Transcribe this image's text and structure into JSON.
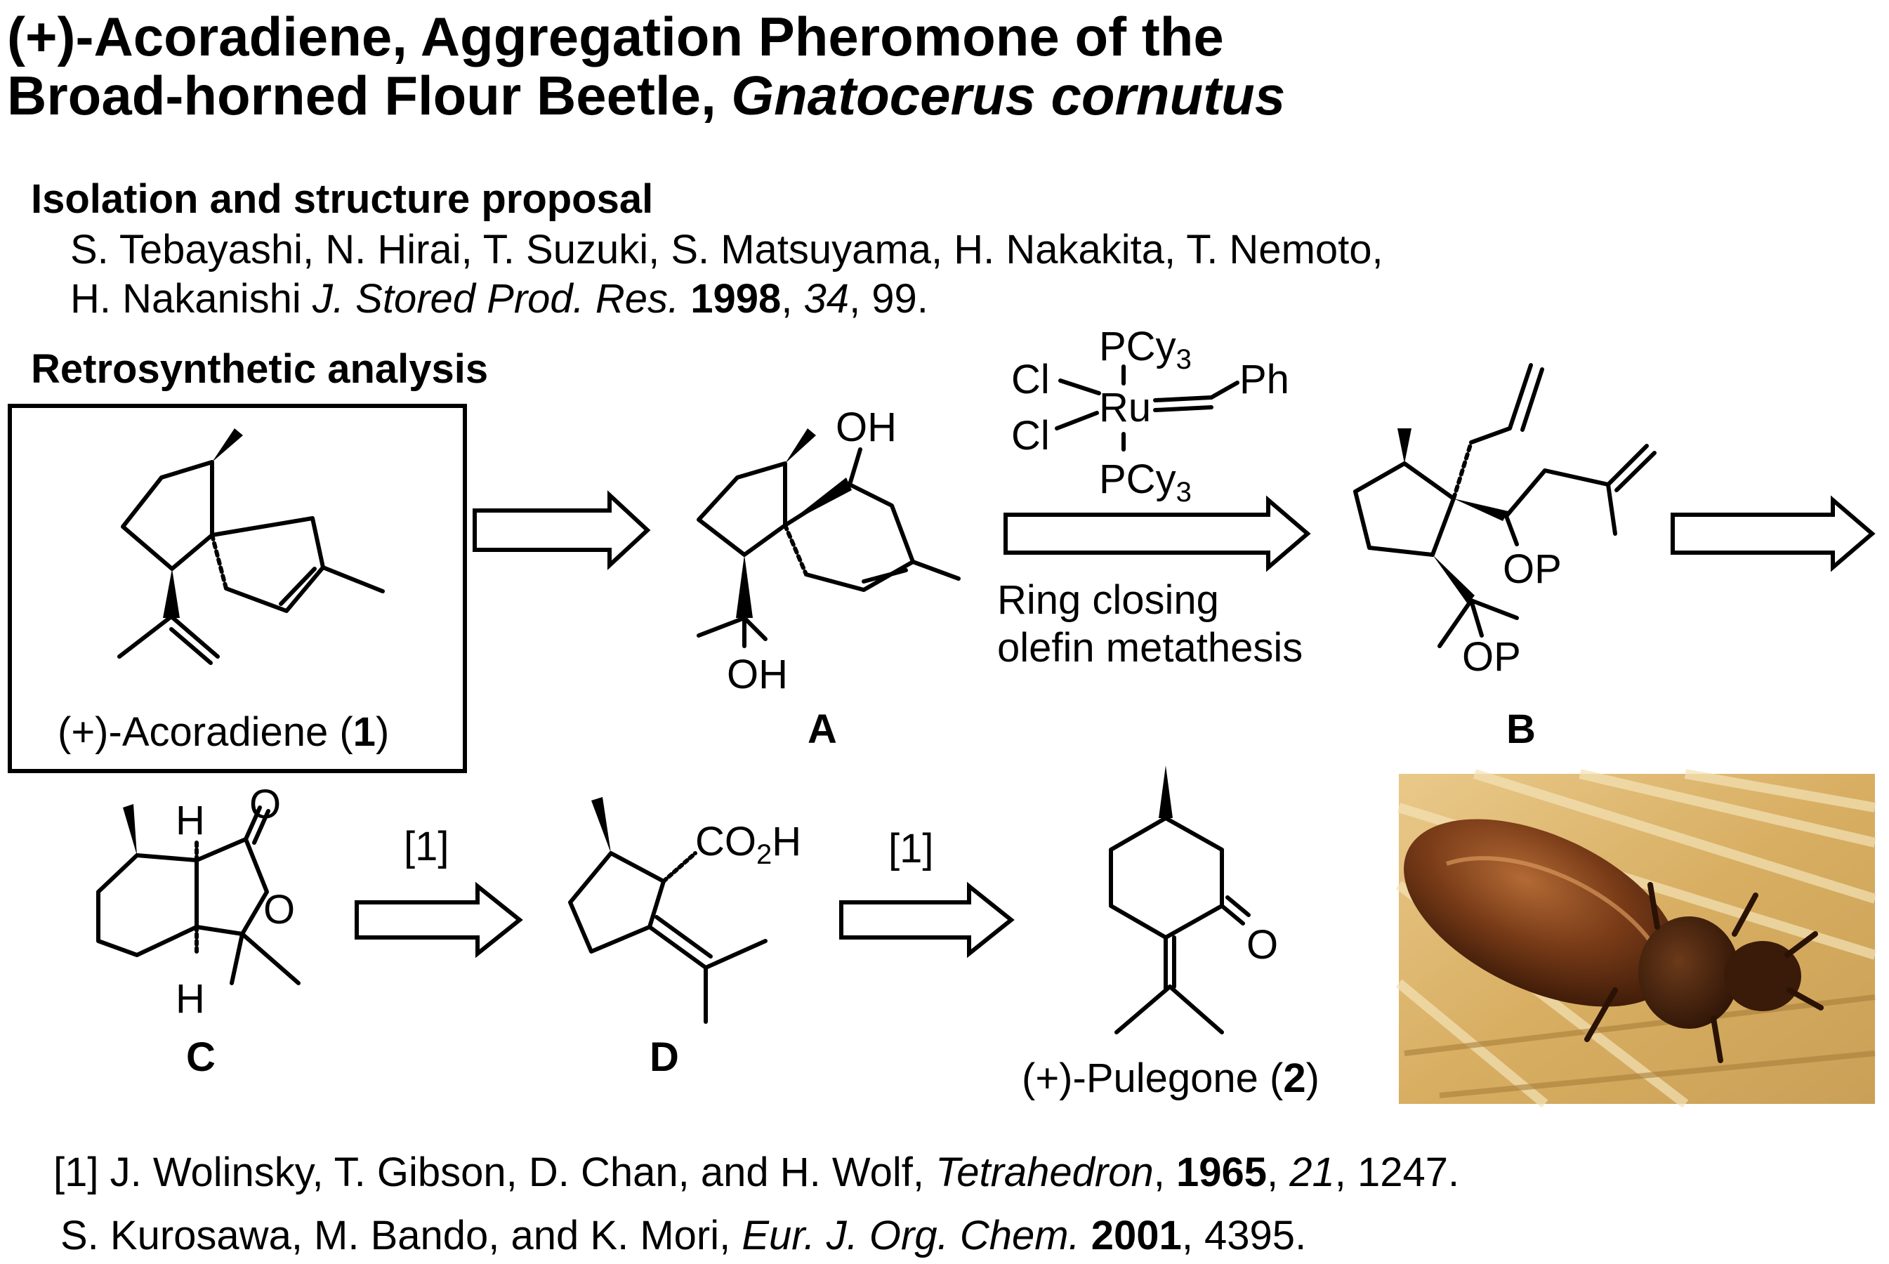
{
  "title": {
    "line1": "(+)-Acoradiene, Aggregation Pheromone of the",
    "line2_plain": "Broad-horned Flour Beetle, ",
    "line2_italic": "Gnatocerus cornutus"
  },
  "isolation": {
    "heading": "Isolation and structure proposal",
    "authors": "S. Tebayashi, N. Hirai, T. Suzuki, S. Matsuyama, H. Nakakita, T. Nemoto,",
    "author2": "H. Nakanishi ",
    "journal": "J. Stored Prod. Res.",
    "year": "1998",
    "volume": "34",
    "pages": ", 99."
  },
  "retro": {
    "heading": "Retrosynthetic analysis"
  },
  "compounds": {
    "acoradiene_label": "(+)-Acoradiene (",
    "acoradiene_num": "1",
    "close_paren": ")",
    "A": "A",
    "B": "B",
    "C": "C",
    "D": "D",
    "pulegone_label": "(+)-Pulegone (",
    "pulegone_num": "2"
  },
  "atoms": {
    "OH": "OH",
    "OP": "OP",
    "H": "H",
    "O": "O",
    "CO2H": "CO",
    "sub2": "2",
    "H_after": "H",
    "Cl": "Cl",
    "Ru": "Ru",
    "PCy": "PCy",
    "sub3": "3",
    "Ph": "Ph"
  },
  "arrows": {
    "rcm_line1": "Ring closing",
    "rcm_line2": "olefin metathesis",
    "ref_tag": "[1]"
  },
  "photo": {
    "icon": "beetle-photo"
  },
  "references": {
    "ref1_pre": "[1] J. Wolinsky, T. Gibson, D. Chan, and H. Wolf, ",
    "ref1_journal": "Tetrahedron",
    "ref1_sep": ", ",
    "ref1_year": "1965",
    "ref1_vol": "21",
    "ref1_pages": ", 1247.",
    "ref2_pre": "S. Kurosawa, M. Bando, and K. Mori, ",
    "ref2_journal": "Eur. J. Org. Chem.",
    "ref2_year": "2001",
    "ref2_pages": ", 4395."
  }
}
